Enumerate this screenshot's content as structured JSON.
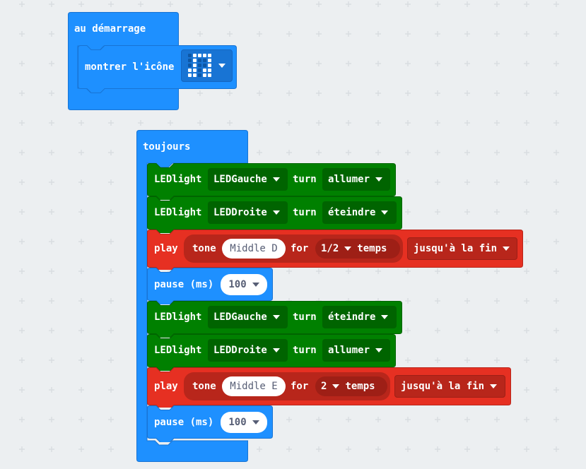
{
  "colors": {
    "basic": "#1e90ff",
    "basic_dark": "#1874d4",
    "led": "#008000",
    "led_dark": "#006400",
    "music": "#e63022",
    "music_dark": "#b8261b",
    "canvas": "#eceff1",
    "grid_plus": "#d9dde1"
  },
  "on_start": {
    "hat_label": "au démarrage",
    "show_icon_label": "montrer l'icône",
    "icon_name": "music-note-icon"
  },
  "forever": {
    "hat_label": "toujours",
    "blocks": [
      {
        "kind": "led",
        "label": "LEDlight",
        "target": "LEDGauche",
        "turn": "turn",
        "state": "allumer"
      },
      {
        "kind": "led",
        "label": "LEDlight",
        "target": "LEDDroite",
        "turn": "turn",
        "state": "éteindre"
      },
      {
        "kind": "play",
        "label": "play",
        "tone": "tone",
        "note": "Middle D",
        "for": "for",
        "beats": "1/2",
        "unit": "temps",
        "mode": "jusqu'à la fin"
      },
      {
        "kind": "pause",
        "label": "pause (ms)",
        "value": "100"
      },
      {
        "kind": "led",
        "label": "LEDlight",
        "target": "LEDGauche",
        "turn": "turn",
        "state": "éteindre"
      },
      {
        "kind": "led",
        "label": "LEDlight",
        "target": "LEDDroite",
        "turn": "turn",
        "state": "allumer"
      },
      {
        "kind": "play",
        "label": "play",
        "tone": "tone",
        "note": "Middle E",
        "for": "for",
        "beats": "2",
        "unit": "temps",
        "mode": "jusqu'à la fin"
      },
      {
        "kind": "pause",
        "label": "pause (ms)",
        "value": "100"
      }
    ]
  }
}
